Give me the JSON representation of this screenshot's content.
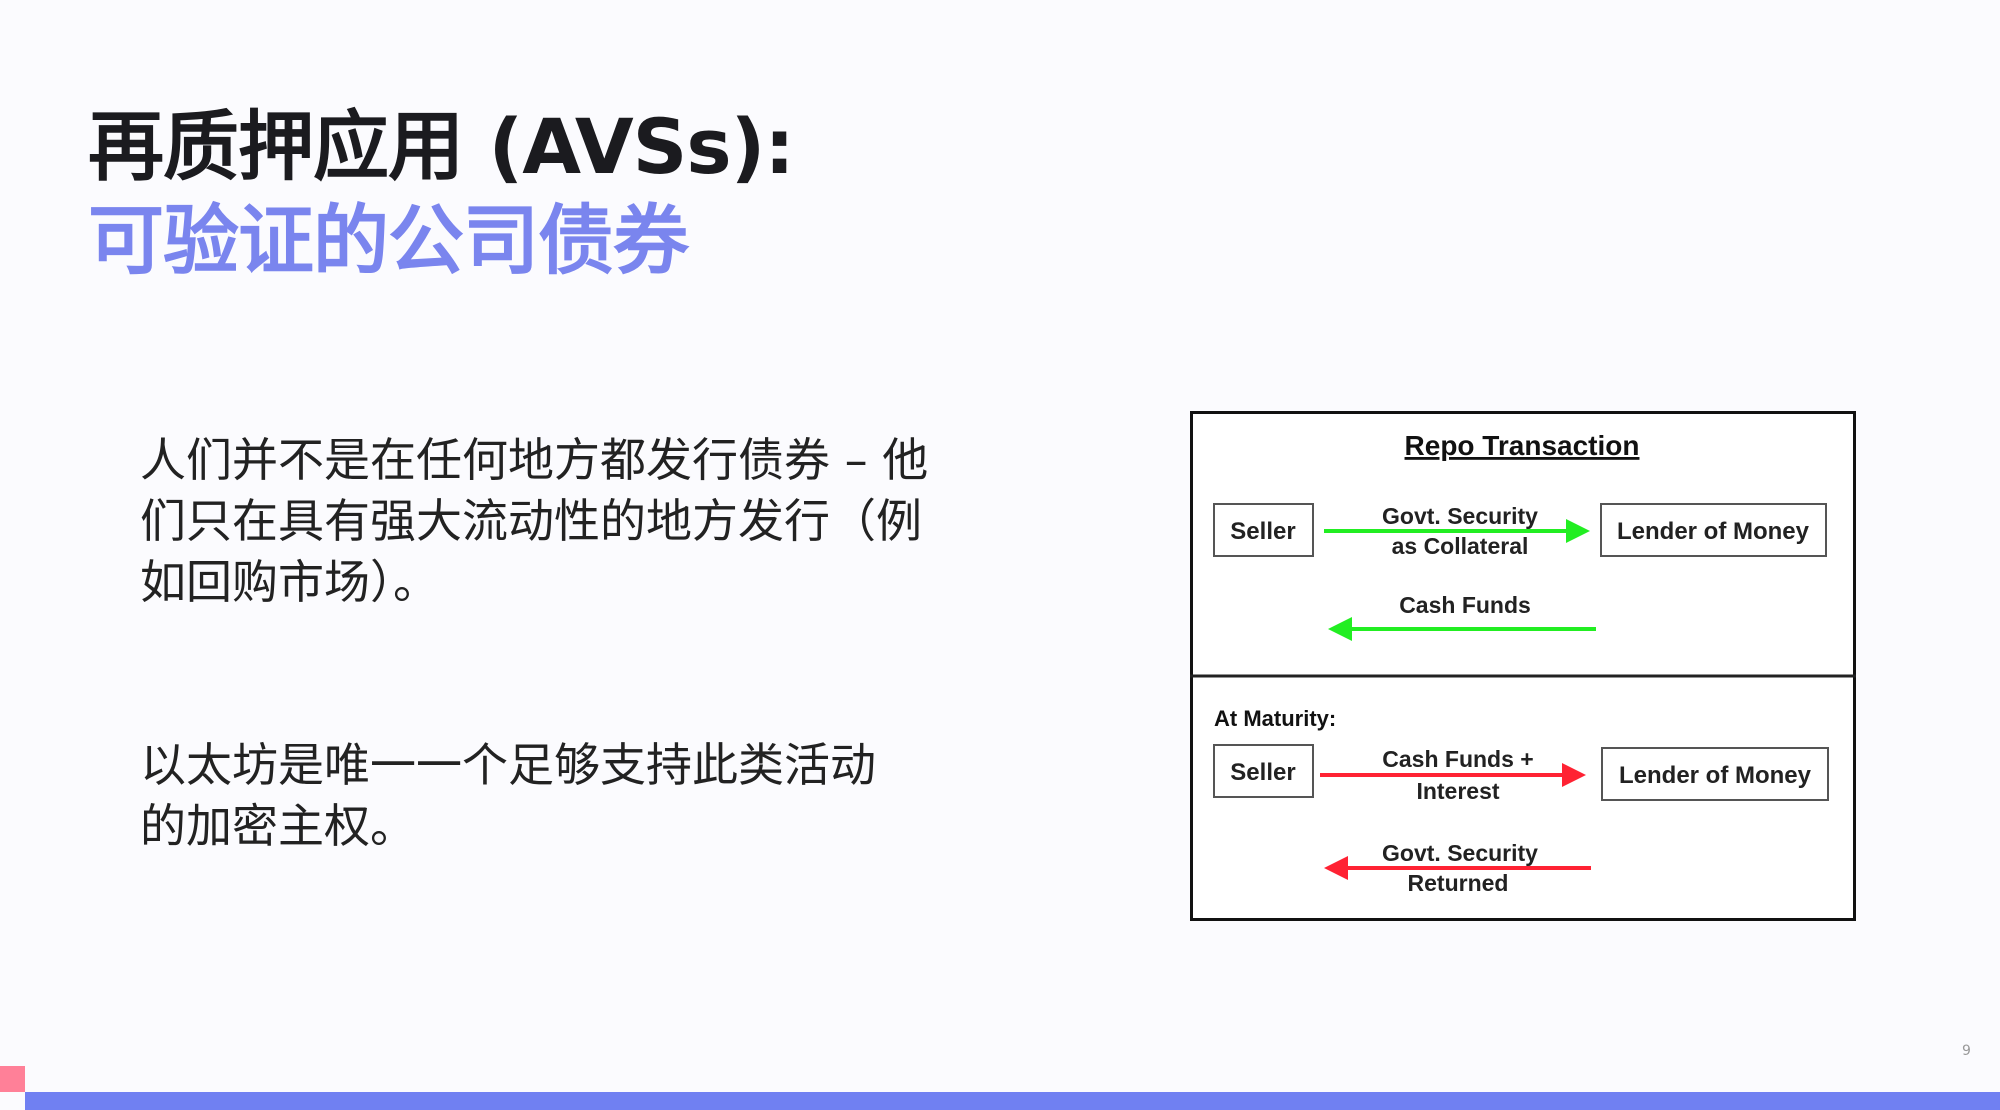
{
  "title": {
    "line1": "再质押应用 (AVSs):",
    "line2": "可验证的公司债券"
  },
  "body": {
    "paragraph1": "人们并不是在任何地方都发行债券 – 他们只在具有强大流动性的地方发行（例如回购市场）。",
    "paragraph2": "以太坊是唯一一个足够支持此类活动的加密主权。"
  },
  "diagram": {
    "title": "Repo Transaction",
    "top": {
      "seller": "Seller",
      "lender": "Lender of Money",
      "arrow1_line1": "Govt. Security",
      "arrow1_line2": "as Collateral",
      "arrow2_label": "Cash Funds",
      "color": "#22ee22"
    },
    "bottom": {
      "heading": "At Maturity:",
      "seller": "Seller",
      "lender": "Lender of Money",
      "arrow1_line1": "Cash Funds +",
      "arrow1_line2": "Interest",
      "arrow2_line1": "Govt. Security",
      "arrow2_line2": "Returned",
      "color": "#ff2233"
    }
  },
  "page_number": "9",
  "colors": {
    "accent": "#7a85ee",
    "bar": "#7080f2",
    "marker": "#ff8098"
  }
}
